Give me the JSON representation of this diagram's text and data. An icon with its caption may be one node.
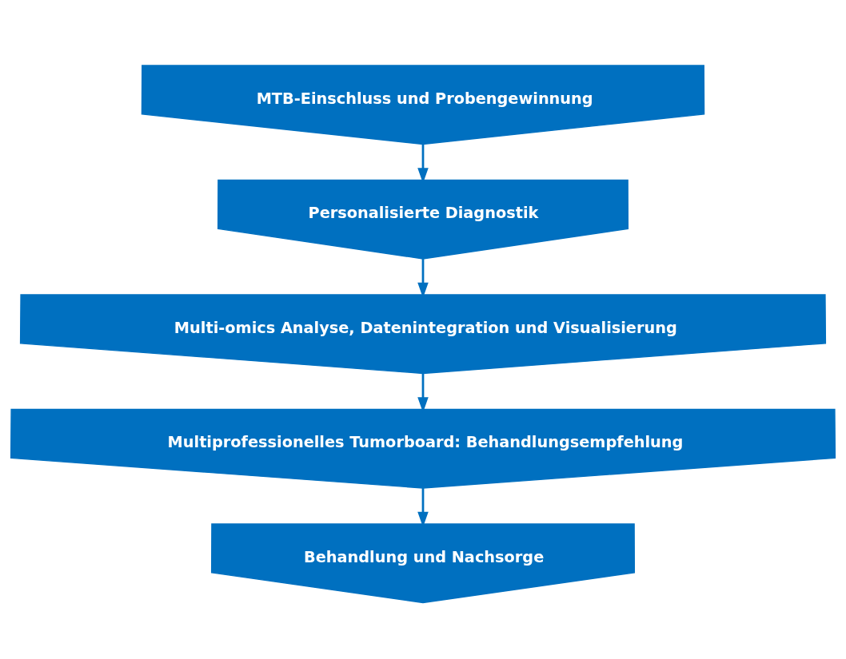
{
  "diagram": {
    "nodes": [
      {
        "text": [
          "MTB-Einschluss und Probengewinnung"
        ]
      },
      {
        "text": [
          "Personalisierte Diagnostik"
        ]
      },
      {
        "text": [
          "Multi-omics Analyse, Datenintegration und Visualisierung"
        ]
      },
      {
        "text": [
          "Multiprofessionelles Tumorboard: Behandlungsempfehlung"
        ]
      },
      {
        "text": [
          "Behandlung und Nachsorge"
        ]
      }
    ],
    "edges": [
      {
        "from": 0,
        "to": 1,
        "arrow": "to"
      },
      {
        "from": 1,
        "to": 2,
        "arrow": "to"
      },
      {
        "from": 2,
        "to": 3,
        "arrow": "to"
      },
      {
        "from": 3,
        "to": 4,
        "arrow": "to"
      }
    ]
  }
}
